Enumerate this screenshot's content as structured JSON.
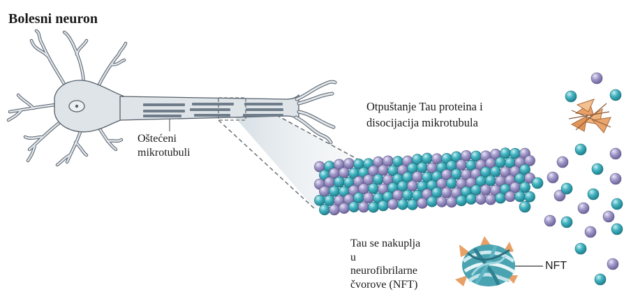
{
  "title": "Bolesni neuron",
  "labels": {
    "damaged_mt_line1": "Oštećeni",
    "damaged_mt_line2": "mikrotubuli",
    "release_line1": "Otpuštanje Tau proteina i",
    "release_line2": "disocijacija mikrotubula",
    "tau_line1": "Tau se nakuplja",
    "tau_line2": "u",
    "tau_line3": "neurofibrilarne",
    "tau_line4": "čvorove (NFT)",
    "nft": "NFT"
  },
  "colors": {
    "neuron_fill": "#dfe4e9",
    "neuron_stroke": "#55606a",
    "microtubule_bar": "#6f7d8b",
    "tubulin_teal": "#3fb0bd",
    "tubulin_purple": "#9b92c4",
    "tau_orange": "#e8a066",
    "nft_teal": "#5fb4c2"
  }
}
